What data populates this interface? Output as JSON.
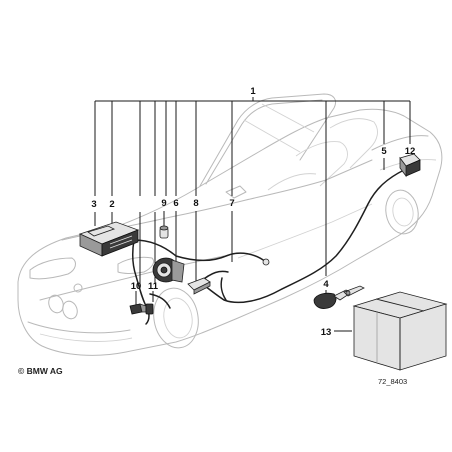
{
  "callouts": {
    "c1": "1",
    "c2": "2",
    "c3": "3",
    "c4": "4",
    "c5": "5",
    "c6": "6",
    "c7": "7",
    "c8": "8",
    "c9": "9",
    "c10": "10",
    "c11": "11",
    "c12": "12",
    "c13": "13"
  },
  "copyright": "© BMW AG",
  "drawing_number": "72_8403"
}
